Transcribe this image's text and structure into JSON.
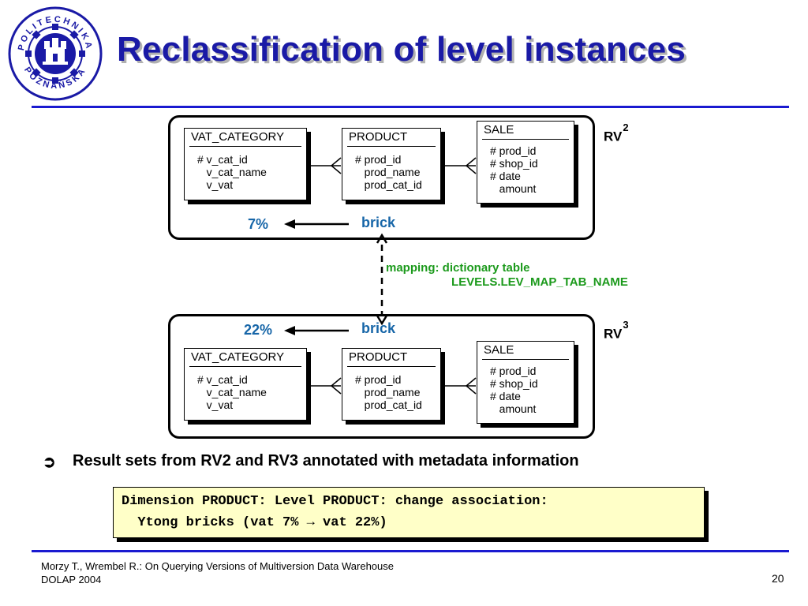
{
  "slide": {
    "title": "Reclassification of level instances",
    "logo_text": "POLITECHNIKA POZNAŃSKA",
    "page_number": "20"
  },
  "rv2": {
    "label": "RV",
    "sup": "2",
    "percent": "7%",
    "member": "brick",
    "tables": {
      "vat": {
        "name": "VAT_CATEGORY",
        "attrs": "# v_cat_id\n   v_cat_name\n   v_vat"
      },
      "product": {
        "name": "PRODUCT",
        "attrs": "# prod_id\n   prod_name\n   prod_cat_id"
      },
      "sale": {
        "name": "SALE",
        "attrs": "# prod_id\n# shop_id\n# date\n   amount"
      }
    }
  },
  "rv3": {
    "label": "RV",
    "sup": "3",
    "percent": "22%",
    "member": "brick",
    "tables": {
      "vat": {
        "name": "VAT_CATEGORY",
        "attrs": "# v_cat_id\n   v_cat_name\n   v_vat"
      },
      "product": {
        "name": "PRODUCT",
        "attrs": "# prod_id\n   prod_name\n   prod_cat_id"
      },
      "sale": {
        "name": "SALE",
        "attrs": "# prod_id\n# shop_id\n# date\n   amount"
      }
    }
  },
  "mapping": {
    "line1": "mapping: dictionary table",
    "line2": "LEVELS.LEV_MAP_TAB_NAME"
  },
  "bullet": {
    "symbol": "➲",
    "text": "Result sets from RV2 and RV3 annotated with metadata information"
  },
  "note": {
    "line1": "Dimension PRODUCT: Level PRODUCT: change association:",
    "line2": "  Ytong bricks (vat 7% → vat 22%)"
  },
  "footer": {
    "line1": "Morzy T., Wrembel R.: On Querying Versions of Multiversion Data Warehouse",
    "line2": "DOLAP 2004"
  },
  "colors": {
    "title": "#1a1aa6",
    "rule": "#1a1ad0",
    "blue_text": "#1766a8",
    "green_text": "#1c9a1c",
    "note_bg": "#ffffc8"
  }
}
